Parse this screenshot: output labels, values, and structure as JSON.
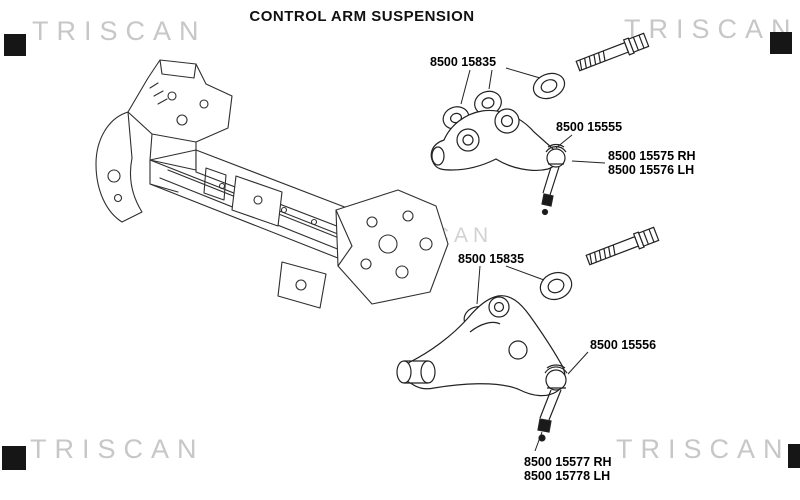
{
  "title": "CONTROL ARM SUSPENSION",
  "brand_watermark": "TRISCAN",
  "labels": {
    "upper_bushing": "8500 15835",
    "upper_control_arm": "8500 15555",
    "upper_ball_joint_rh": "8500 15575 RH",
    "upper_ball_joint_lh": "8500 15576 LH",
    "lower_bushing": "8500 15835",
    "lower_control_arm": "8500 15556",
    "lower_ball_joint_rh": "8500 15577 RH",
    "lower_ball_joint_lh": "8500 15778 LH"
  },
  "colors": {
    "line": "#2b2b2b",
    "watermark": "#c7c7c7",
    "background": "#ffffff"
  }
}
